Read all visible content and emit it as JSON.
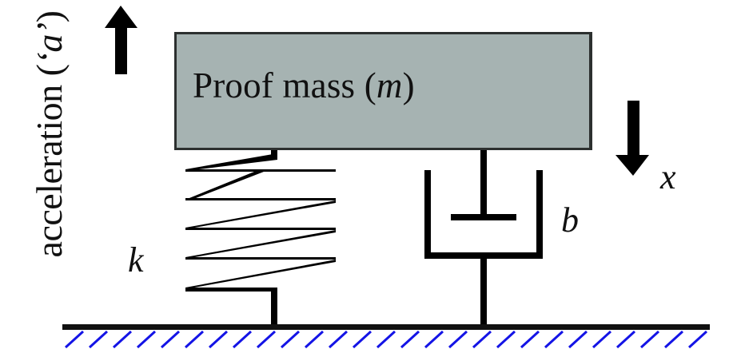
{
  "diagram": {
    "type": "mass-spring-damper accelerometer model",
    "mass": {
      "label_prefix": "Proof mass (",
      "label_var": "m",
      "label_suffix": ")",
      "fill_color": "#a6b3b2",
      "border_color": "#2c302f"
    },
    "acceleration": {
      "label_prefix": "acceleration (",
      "label_var": "‘a’",
      "label_suffix": ")",
      "arrow_direction": "up"
    },
    "displacement": {
      "symbol": "x",
      "arrow_direction": "down"
    },
    "spring": {
      "symbol": "k"
    },
    "damper": {
      "symbol": "b"
    },
    "ground": {
      "line_color": "#111111",
      "hatch_color": "#1414e6"
    }
  }
}
